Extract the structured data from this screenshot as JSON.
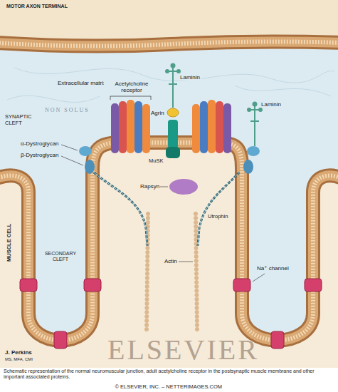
{
  "diagram": {
    "caption": "Schematic representation of the normal neuromuscular junction, adult acetylcholine receptor in the postsynaptic muscle membrane and other important associated proteins.",
    "labels": [
      "MOTOR AXON TERMINAL",
      "Extracellular matrix",
      "SYNAPTIC CLEFT",
      "Acetylcholine receptor",
      "Laminin",
      "Agrin",
      "MuSK",
      "Rapsyn",
      "α-Dystroglycan",
      "β-Dystroglycan",
      "Laminin",
      "MUSCLE CELL",
      "Utrophin",
      "Actin",
      "SECONDARY CLEFT",
      "Na⁺ channel",
      "NON SOLUS",
      "J. Perkins",
      "MS, MFA, CMI",
      "ELSEVIER",
      "© ELSEVIER, INC. – NETTERIMAGES.COM"
    ]
  }
}
